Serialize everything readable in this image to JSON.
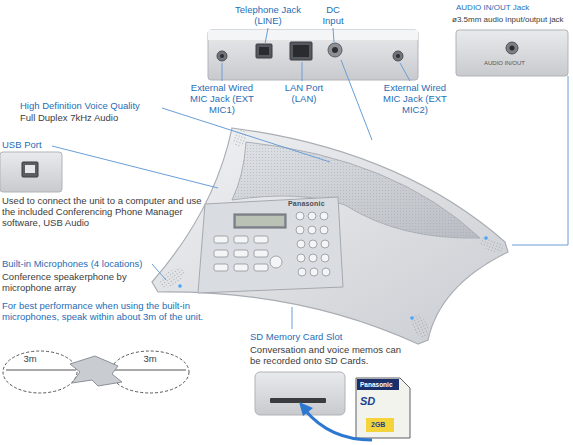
{
  "diagram": {
    "labels": [
      "Telephone Jack (LINE)",
      "DC Input",
      "External Wired MIC Jack (EXT MIC1)",
      "LAN Port (LAN)",
      "External Wired MIC Jack (EXT MIC2)",
      "AUDIO IN/OUT Jack",
      "ø3.5mm audio input/output jack",
      "High Definition Voice Quality",
      "Full Duplex 7kHz Audio",
      "USB Port",
      "Used to connect the unit to a computer and use the included Conferencing Phone Manager software, USB Audio",
      "Built-in Microphones (4 locations)",
      "Conference speakerphone by microphone array",
      "For best performance when using the built-in microphones, speak within about 3m of the unit.",
      "3m",
      "3m",
      "SD Memory Card Slot",
      "Conversation and voice memos can be recorded onto SD Cards.",
      "Panasonic",
      "AUDIO IN/OUT",
      "Panasonic",
      "SD",
      "2GB"
    ]
  }
}
